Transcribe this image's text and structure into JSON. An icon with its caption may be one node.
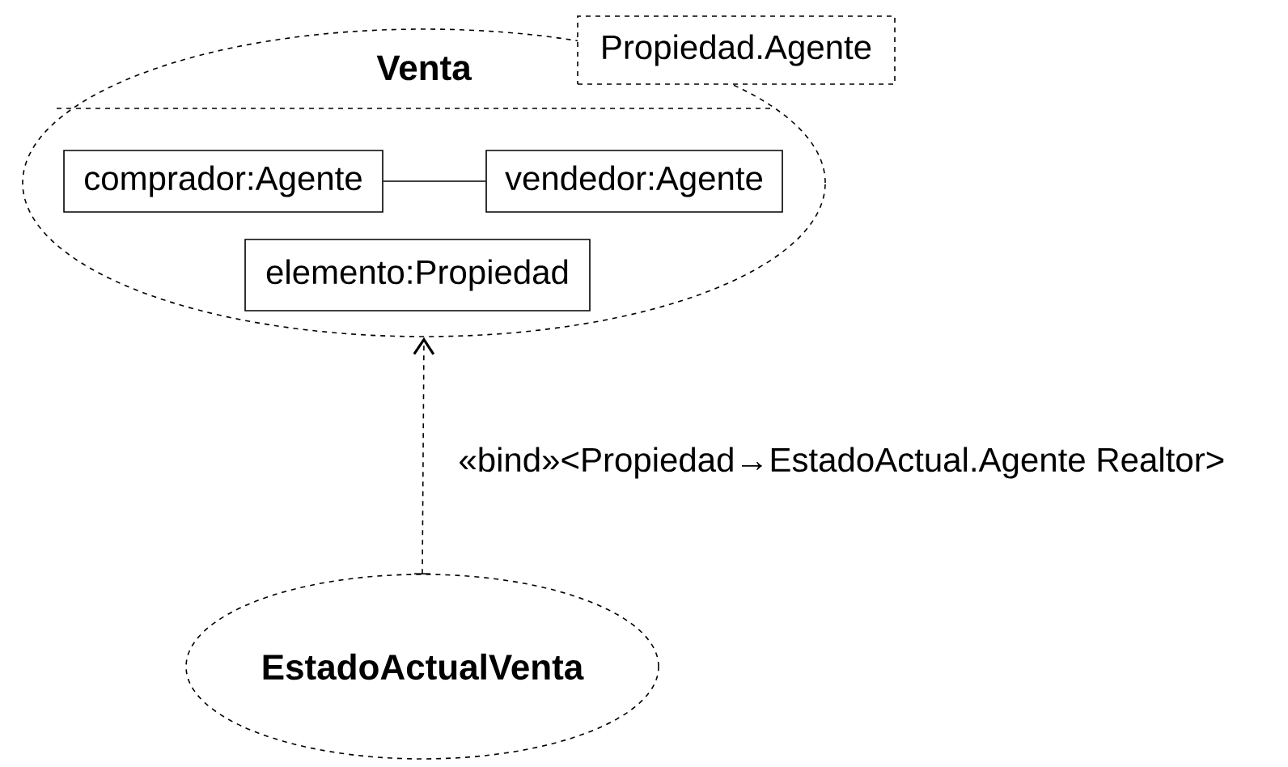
{
  "diagram": {
    "nodes": [
      {
        "text": [
          "Venta"
        ]
      },
      {
        "text": [
          "Propiedad.Agente"
        ]
      },
      {
        "text": [
          "comprador:Agente"
        ],
        "in": 0
      },
      {
        "text": [
          "vendedor:Agente"
        ],
        "in": 0
      },
      {
        "text": [
          "elemento:Propiedad"
        ],
        "in": 0
      },
      {
        "text": [
          "EstadoActualVenta"
        ]
      }
    ],
    "edges": [
      {
        "from": 2,
        "to": 3,
        "arrow": "none"
      },
      {
        "from": 5,
        "to": 0,
        "arrow": "to",
        "style": "dashed",
        "label": "«bind»<Propiedad→EstadoActual.Agente Realtor>"
      }
    ]
  }
}
